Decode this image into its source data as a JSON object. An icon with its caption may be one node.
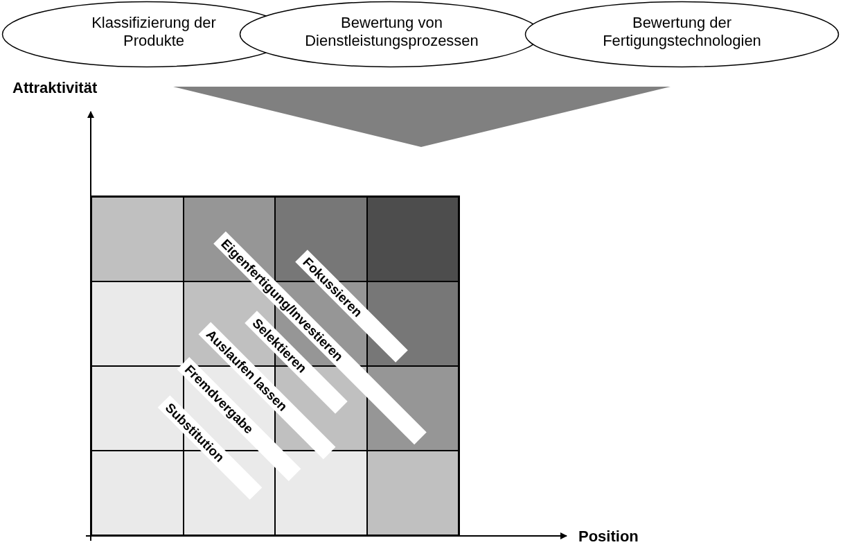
{
  "diagram": {
    "nodes": [
      {
        "text": [
          "Klassifizierung der Produkte"
        ]
      },
      {
        "text": [
          "Bewertung von Dienstleistungsprozessen"
        ]
      },
      {
        "text": [
          "Bewertung der Fertigungstechnologien"
        ]
      }
    ],
    "labels": [
      "Attraktivität",
      "Eigenfertigung/Investieren",
      "Fokussieren",
      "Selektieren",
      "Auslaufen lassen",
      "Fremdvergabe",
      "Substitution",
      "Position"
    ]
  }
}
